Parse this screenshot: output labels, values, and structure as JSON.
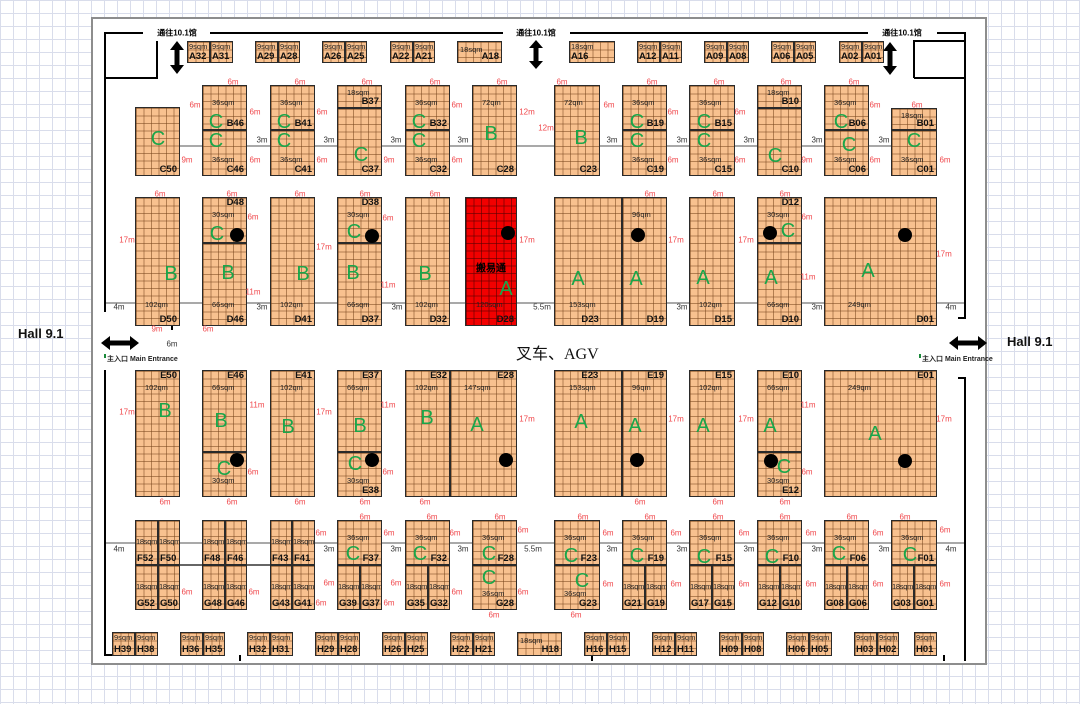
{
  "hall_left": "Hall 9.1",
  "hall_right": "Hall 9.1",
  "entrance_left": "主入口 Main Entrance",
  "entrance_right": "主入口 Main Entrance",
  "center_label": "叉车、AGV",
  "passages": [
    "通往10.1馆",
    "通往10.1馆",
    "通往10.1馆"
  ],
  "colors": {
    "booth": "#f8c18f",
    "highlight": "#f20000",
    "zone_letter": "#19a64a",
    "dimension": "#f0464a"
  },
  "booths": [
    {
      "id": "A32",
      "area": "9sqm"
    },
    {
      "id": "A31",
      "area": "9sqm"
    },
    {
      "id": "A29",
      "area": "9sqm"
    },
    {
      "id": "A28",
      "area": "9sqm"
    },
    {
      "id": "A26",
      "area": "9sqm"
    },
    {
      "id": "A25",
      "area": "9sqm"
    },
    {
      "id": "A22",
      "area": "9sqm"
    },
    {
      "id": "A21",
      "area": "9sqm"
    },
    {
      "id": "A18",
      "area": "18sqm"
    },
    {
      "id": "A16",
      "area": "18sqm"
    },
    {
      "id": "A12",
      "area": "9sqm"
    },
    {
      "id": "A11",
      "area": "9sqm"
    },
    {
      "id": "A09",
      "area": "9sqm"
    },
    {
      "id": "A08",
      "area": "9sqm"
    },
    {
      "id": "A06",
      "area": "9sqm"
    },
    {
      "id": "A05",
      "area": "9sqm"
    },
    {
      "id": "A02",
      "area": "9sqm"
    },
    {
      "id": "A01",
      "area": "9sqm"
    },
    {
      "id": "C50",
      "area": "",
      "zone": "C"
    },
    {
      "id": "B46",
      "area": "36sqm",
      "zone": "C"
    },
    {
      "id": "C46",
      "area": "36sqm",
      "zone": "C"
    },
    {
      "id": "B41",
      "area": "36sqm",
      "zone": "C"
    },
    {
      "id": "C41",
      "area": "36sqm",
      "zone": "C"
    },
    {
      "id": "B37",
      "area": "18sqm"
    },
    {
      "id": "C37",
      "area": "",
      "zone": "C"
    },
    {
      "id": "B32",
      "area": "36sqm",
      "zone": "C"
    },
    {
      "id": "C32",
      "area": "36sqm",
      "zone": "C"
    },
    {
      "id": "C28",
      "area": "72qm",
      "zone": "B"
    },
    {
      "id": "C23",
      "area": "72qm",
      "zone": "B"
    },
    {
      "id": "B19",
      "area": "36sqm",
      "zone": "C"
    },
    {
      "id": "C19",
      "area": "36sqm",
      "zone": "C"
    },
    {
      "id": "B15",
      "area": "36sqm",
      "zone": "C"
    },
    {
      "id": "C15",
      "area": "36sqm",
      "zone": "C"
    },
    {
      "id": "B10",
      "area": "18sqm"
    },
    {
      "id": "C10",
      "area": "",
      "zone": "C"
    },
    {
      "id": "B06",
      "area": "36sqm",
      "zone": "C"
    },
    {
      "id": "C06",
      "area": "36sqm",
      "zone": "C"
    },
    {
      "id": "B01",
      "area": "18sqm"
    },
    {
      "id": "C01",
      "area": "36sqm",
      "zone": "C"
    },
    {
      "id": "D50",
      "area": "102qm",
      "zone": "B"
    },
    {
      "id": "D48",
      "area": "30sqm",
      "zone": "C",
      "dot": true
    },
    {
      "id": "D46",
      "area": "66sqm",
      "zone": "B"
    },
    {
      "id": "D41",
      "area": "102qm",
      "zone": "B"
    },
    {
      "id": "D38",
      "area": "30sqm",
      "zone": "C",
      "dot": true
    },
    {
      "id": "D37",
      "area": "66sqm",
      "zone": "B"
    },
    {
      "id": "D32",
      "area": "102qm",
      "zone": "B"
    },
    {
      "id": "D28",
      "area": "120sqm",
      "zone": "A",
      "dot": true,
      "highlight": true,
      "note": "搬易通"
    },
    {
      "id": "D23",
      "area": "153sqm",
      "zone": "A"
    },
    {
      "id": "D19",
      "area": "96qm",
      "zone": "A",
      "dot": true
    },
    {
      "id": "D15",
      "area": "102qm",
      "zone": "A"
    },
    {
      "id": "D12",
      "area": "30sqm",
      "zone": "C",
      "dot": true
    },
    {
      "id": "D10",
      "area": "66sqm",
      "zone": "A"
    },
    {
      "id": "D01",
      "area": "249qm",
      "zone": "A",
      "dot": true
    },
    {
      "id": "E50",
      "area": "102qm",
      "zone": "B"
    },
    {
      "id": "E46",
      "area": "66sqm",
      "zone": "B"
    },
    {
      "id": "",
      "area": "30sqm",
      "zone": "C",
      "dot": true
    },
    {
      "id": "E41",
      "area": "102qm",
      "zone": "B"
    },
    {
      "id": "E37",
      "area": "66sqm",
      "zone": "B"
    },
    {
      "id": "E38",
      "area": "30sqm",
      "zone": "C",
      "dot": true
    },
    {
      "id": "E32",
      "area": "102qm",
      "zone": "B"
    },
    {
      "id": "E28",
      "area": "147sqm",
      "zone": "A",
      "dot": true
    },
    {
      "id": "E23",
      "area": "153sqm",
      "zone": "A"
    },
    {
      "id": "E19",
      "area": "96qm",
      "zone": "A",
      "dot": true
    },
    {
      "id": "E15",
      "area": "102qm",
      "zone": "A"
    },
    {
      "id": "E10",
      "area": "66sqm",
      "zone": "A"
    },
    {
      "id": "E12",
      "area": "30sqm",
      "zone": "C",
      "dot": true
    },
    {
      "id": "E01",
      "area": "249qm",
      "zone": "A",
      "dot": true
    },
    {
      "id": "F52",
      "area": "18sqm"
    },
    {
      "id": "F50",
      "area": "18sqm"
    },
    {
      "id": "G52",
      "area": "18sqm"
    },
    {
      "id": "G50",
      "area": "18sqm"
    },
    {
      "id": "F48",
      "area": "18sqm"
    },
    {
      "id": "F46",
      "area": "18sqm"
    },
    {
      "id": "G48",
      "area": "18sqm"
    },
    {
      "id": "G46",
      "area": "18sqm"
    },
    {
      "id": "F43",
      "area": "18sqm"
    },
    {
      "id": "F41",
      "area": "18sqm"
    },
    {
      "id": "G43",
      "area": "18sqm"
    },
    {
      "id": "G41",
      "area": "18sqm"
    },
    {
      "id": "F37",
      "area": "36sqm",
      "zone": "C"
    },
    {
      "id": "G39",
      "area": "18sqm"
    },
    {
      "id": "G37",
      "area": "18sqm"
    },
    {
      "id": "F32",
      "area": "36sqm",
      "zone": "C"
    },
    {
      "id": "G35",
      "area": "18sqm"
    },
    {
      "id": "G32",
      "area": "18sqm"
    },
    {
      "id": "F28",
      "area": "36sqm",
      "zone": "C"
    },
    {
      "id": "G28",
      "area": "36sqm",
      "zone": "C"
    },
    {
      "id": "F23",
      "area": "36sqm",
      "zone": "C"
    },
    {
      "id": "G23",
      "area": "36sqm",
      "zone": "C"
    },
    {
      "id": "F19",
      "area": "36sqm",
      "zone": "C"
    },
    {
      "id": "G21",
      "area": "18sqm"
    },
    {
      "id": "G19",
      "area": "18sqm"
    },
    {
      "id": "F15",
      "area": "36sqm",
      "zone": "C"
    },
    {
      "id": "G17",
      "area": "18sqm"
    },
    {
      "id": "G15",
      "area": "18sqm"
    },
    {
      "id": "F10",
      "area": "36sqm",
      "zone": "C"
    },
    {
      "id": "G12",
      "area": "18sqm"
    },
    {
      "id": "G10",
      "area": "18sqm"
    },
    {
      "id": "F06",
      "area": "36sqm",
      "zone": "C"
    },
    {
      "id": "G08",
      "area": "18sqm"
    },
    {
      "id": "G06",
      "area": "18sqm"
    },
    {
      "id": "F01",
      "area": "36sqm",
      "zone": "C"
    },
    {
      "id": "G03",
      "area": "18sqm"
    },
    {
      "id": "G01",
      "area": "18sqm"
    },
    {
      "id": "H39",
      "area": "9sqm"
    },
    {
      "id": "H38",
      "area": "9sqm"
    },
    {
      "id": "H36",
      "area": "9sqm"
    },
    {
      "id": "H35",
      "area": "9sqm"
    },
    {
      "id": "H32",
      "area": "9sqm"
    },
    {
      "id": "H31",
      "area": "9sqm"
    },
    {
      "id": "H29",
      "area": "9sqm"
    },
    {
      "id": "H28",
      "area": "9sqm"
    },
    {
      "id": "H26",
      "area": "9sqm"
    },
    {
      "id": "H25",
      "area": "9sqm"
    },
    {
      "id": "H22",
      "area": "9sqm"
    },
    {
      "id": "H21",
      "area": "9sqm"
    },
    {
      "id": "H18",
      "area": "18sqm"
    },
    {
      "id": "H16",
      "area": "9sqm"
    },
    {
      "id": "H15",
      "area": "9sqm"
    },
    {
      "id": "H12",
      "area": "9sqm"
    },
    {
      "id": "H11",
      "area": "9sqm"
    },
    {
      "id": "H09",
      "area": "9sqm"
    },
    {
      "id": "H08",
      "area": "9sqm"
    },
    {
      "id": "H06",
      "area": "9sqm"
    },
    {
      "id": "H05",
      "area": "9sqm"
    },
    {
      "id": "H03",
      "area": "9sqm"
    },
    {
      "id": "H02",
      "area": "9sqm"
    },
    {
      "id": "H01",
      "area": "9sqm"
    }
  ],
  "dimensions": [
    "6m",
    "6m",
    "6m",
    "6m",
    "6m",
    "6m",
    "6m",
    "6m",
    "6m",
    "6m",
    "6m",
    "6m",
    "6m",
    "6m",
    "6m",
    "6m",
    "9m",
    "9m",
    "6m",
    "6m",
    "12m",
    "12m",
    "6m",
    "6m",
    "6m",
    "6m",
    "6m",
    "9m",
    "6m",
    "6m",
    "6m",
    "3m",
    "3m",
    "3m",
    "3m",
    "3m",
    "3m",
    "3m",
    "3m",
    "3m",
    "6m",
    "6m",
    "6m",
    "6m",
    "6m",
    "6m",
    "6m",
    "6m",
    "17m",
    "6m",
    "17m",
    "6m",
    "17m",
    "11m",
    "11m",
    "17m",
    "17m",
    "6m",
    "11m",
    "17m",
    "4m",
    "3m",
    "3m",
    "5.5m",
    "3m",
    "3m",
    "4m",
    "9m",
    "6m",
    "6m",
    "17m",
    "11m",
    "17m",
    "11m",
    "6m",
    "6m",
    "17m",
    "17m",
    "17m",
    "11m",
    "6m",
    "17m",
    "6m",
    "6m",
    "6m",
    "6m",
    "6m",
    "6m",
    "6m",
    "6m",
    "6m",
    "6m",
    "6m",
    "6m",
    "6m",
    "6m",
    "6m",
    "6m",
    "6m",
    "4m",
    "3m",
    "3m",
    "3m",
    "5.5m",
    "3m",
    "3m",
    "3m",
    "3m",
    "3m",
    "4m",
    "6m",
    "6m",
    "6m",
    "6m",
    "6m",
    "6m",
    "6m",
    "6m",
    "6m",
    "6m",
    "6m",
    "6m",
    "6m",
    "6m",
    "6m",
    "6m",
    "6m",
    "6m",
    "6m",
    "6m",
    "6m",
    "6m",
    "6m",
    "6m",
    "6m",
    "6m"
  ]
}
